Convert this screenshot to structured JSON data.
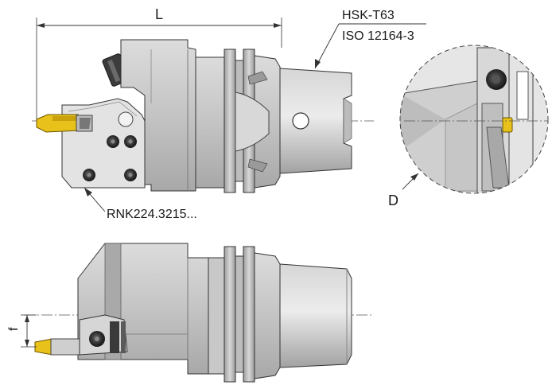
{
  "labels": {
    "length": "L",
    "interface": "HSK-T63",
    "standard": "ISO 12164-3",
    "insert": "RNK224.3215...",
    "detail": "D",
    "offset": "f"
  },
  "colors": {
    "body_light": "#cfcfcf",
    "body_mid": "#b4b4b4",
    "body_dark": "#8e8e8e",
    "insert_gold": "#e8c21a",
    "line": "#2b2b2b",
    "screw": "#3a3a3a"
  }
}
